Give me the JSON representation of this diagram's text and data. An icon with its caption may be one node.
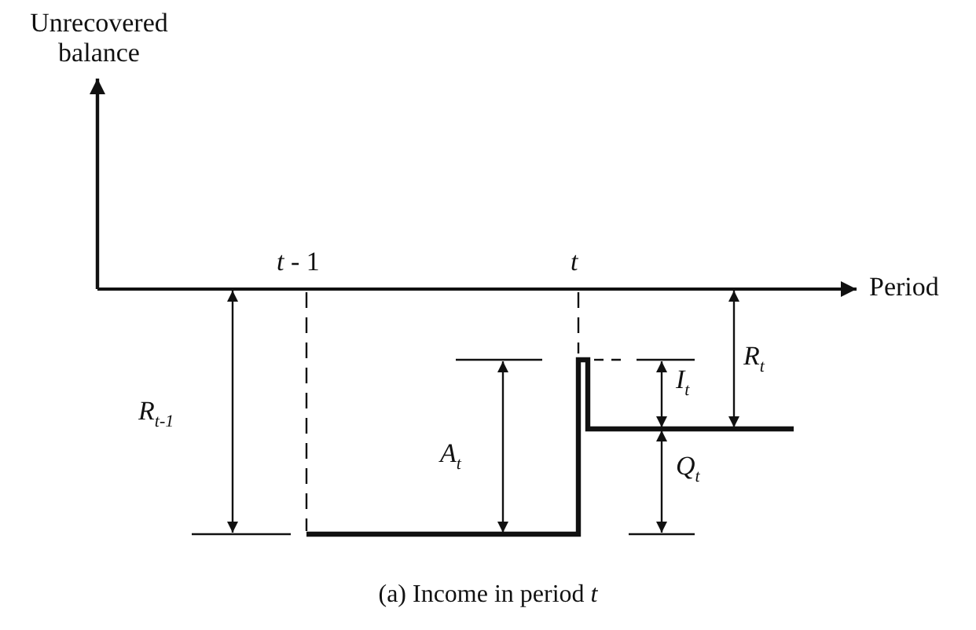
{
  "diagram": {
    "caption": "(a) Income in period *t*",
    "labels": [
      "Unrecovered balance",
      "*t* - 1",
      "t",
      "Period",
      "R$_{t}$",
      "R$_{t-1}$",
      "A$_{t}$",
      "I$_{t}$",
      "Q$_{t}$"
    ]
  }
}
